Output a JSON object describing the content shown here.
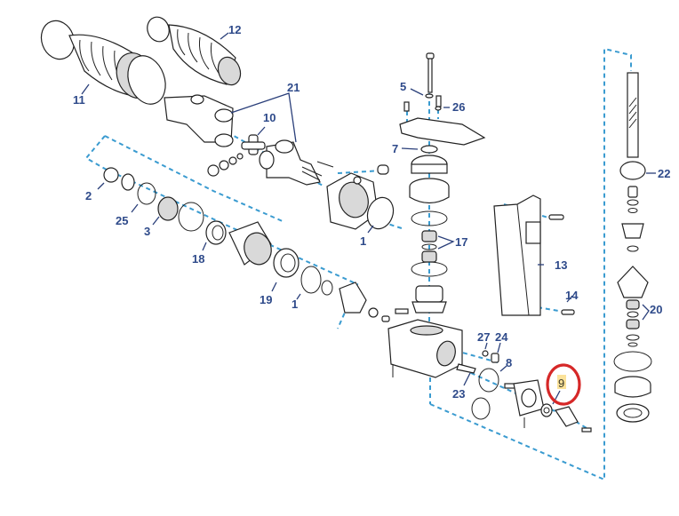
{
  "diagram": {
    "title": "Exploded parts diagram - drive unit assembly",
    "highlighted_part": "9",
    "colors": {
      "callout_text": "#2e4a8a",
      "leader_line": "#2a3f7a",
      "assembly_dashes": "#3a9bd0",
      "highlight_circle": "#d62828",
      "highlight_background": "#fbe29a",
      "part_shading": "#d9d9d9"
    },
    "callouts": {
      "c1a": "1",
      "c1b": "1",
      "c2": "2",
      "c3": "3",
      "c5": "5",
      "c7": "7",
      "c8": "8",
      "c9": "9",
      "c10": "10",
      "c11": "11",
      "c12": "12",
      "c13": "13",
      "c14": "14",
      "c17": "17",
      "c18": "18",
      "c19": "19",
      "c20": "20",
      "c21": "21",
      "c22": "22",
      "c23": "23",
      "c24": "24",
      "c25": "25",
      "c26": "26",
      "c27": "27"
    }
  }
}
